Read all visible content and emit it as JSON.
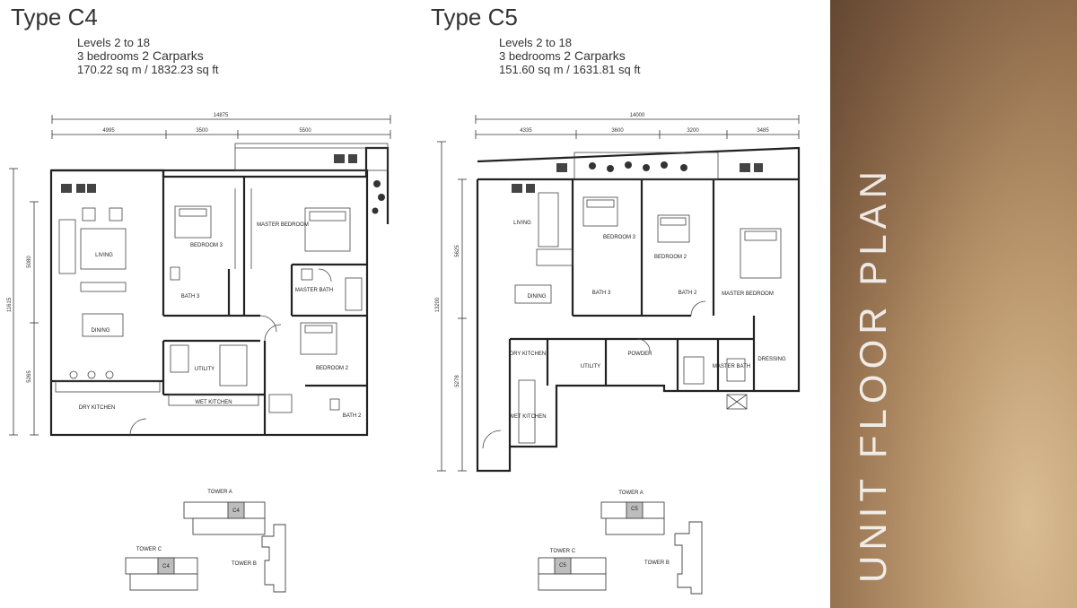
{
  "plans": [
    {
      "title": "Type C4",
      "levels": "Levels 2 to 18",
      "bedrooms": "3 bedrooms",
      "carparks": "2 Carparks",
      "area": "170.22 sq m / 1832.23 sq ft",
      "dims_top_total": "14875",
      "dims_top": [
        "4995",
        "3500",
        "5500"
      ],
      "dims_left_total": "11615",
      "dims_left": [
        "5080",
        "5265"
      ],
      "rooms": [
        "LIVING",
        "BEDROOM 3",
        "MASTER BEDROOM",
        "MASTER BATH",
        "BATH 3",
        "DINING",
        "UTILITY",
        "BEDROOM 2",
        "WET KITCHEN",
        "DRY KITCHEN",
        "BATH 2"
      ],
      "key_towers": [
        "TOWER A",
        "TOWER C",
        "TOWER B"
      ],
      "key_label": "C4"
    },
    {
      "title": "Type C5",
      "levels": "Levels 2 to 18",
      "bedrooms": "3 bedrooms",
      "carparks": "2 Carparks",
      "area": "151.60 sq m / 1631.81 sq ft",
      "dims_top_total": "14000",
      "dims_top": [
        "4335",
        "3600",
        "3200",
        "3485"
      ],
      "dims_left_total": "13200",
      "dims_left": [
        "5625",
        "5278"
      ],
      "rooms": [
        "LIVING",
        "BEDROOM 3",
        "BEDROOM 2",
        "DINING",
        "BATH 3",
        "BATH 2",
        "MASTER BEDROOM",
        "DRY KITCHEN",
        "POWDER",
        "UTILITY",
        "MASTER BATH",
        "DRESSING",
        "WET KITCHEN"
      ],
      "key_towers": [
        "TOWER A",
        "TOWER C",
        "TOWER B"
      ],
      "key_label": "C5"
    }
  ],
  "side_title": "UNIT FLOOR PLAN"
}
